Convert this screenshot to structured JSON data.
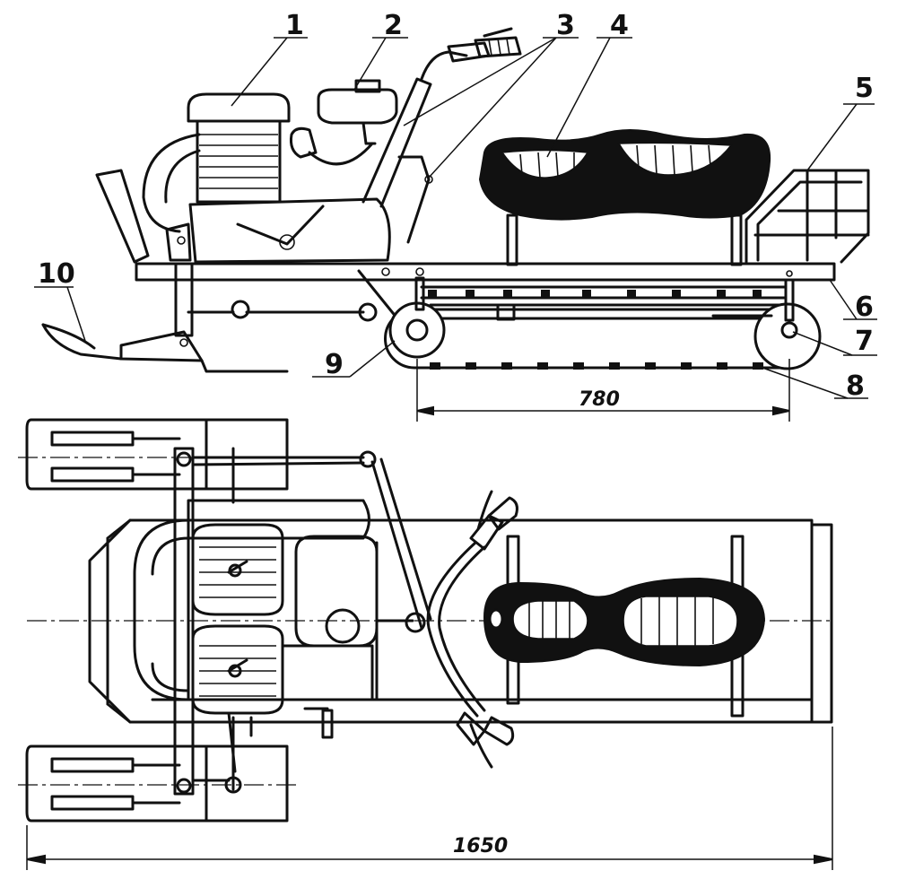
{
  "callouts": {
    "c1": "1",
    "c2": "2",
    "c3": "3",
    "c4": "4",
    "c5": "5",
    "c6": "6",
    "c7": "7",
    "c8": "8",
    "c9": "9",
    "c10": "10"
  },
  "dimensions": {
    "track_length": "780",
    "overall_length": "1650"
  }
}
